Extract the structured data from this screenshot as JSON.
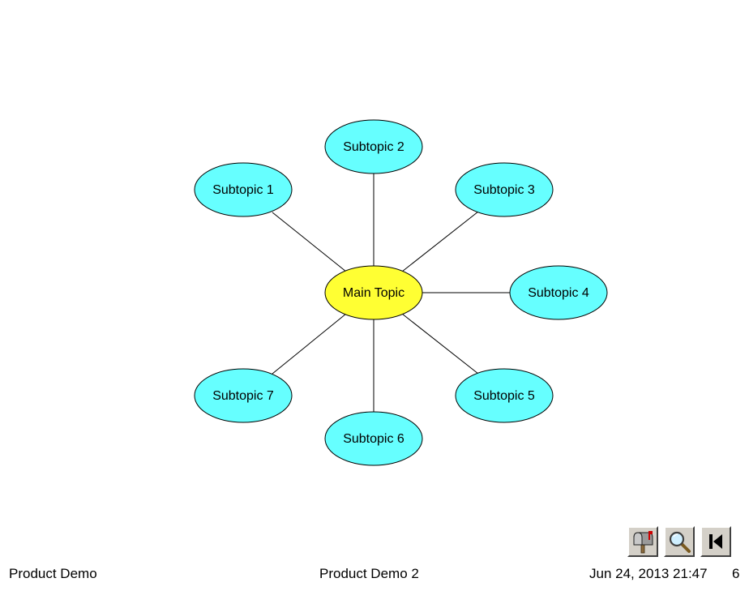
{
  "diagram": {
    "main_topic": "Main Topic",
    "subtopics": [
      "Subtopic 1",
      "Subtopic 2",
      "Subtopic 3",
      "Subtopic 4",
      "Subtopic 5",
      "Subtopic 6",
      "Subtopic 7"
    ],
    "colors": {
      "main_fill": "#ffff33",
      "subtopic_fill": "#66ffff",
      "stroke": "#000000",
      "connector": "#000000"
    }
  },
  "toolbar": {
    "buttons": [
      {
        "icon": "mailbox-icon"
      },
      {
        "icon": "magnifier-icon"
      },
      {
        "icon": "first-page-icon"
      }
    ]
  },
  "footer": {
    "left": "Product Demo",
    "center": "Product Demo 2",
    "date": "Jun 24, 2013 21:47",
    "page": "6"
  }
}
